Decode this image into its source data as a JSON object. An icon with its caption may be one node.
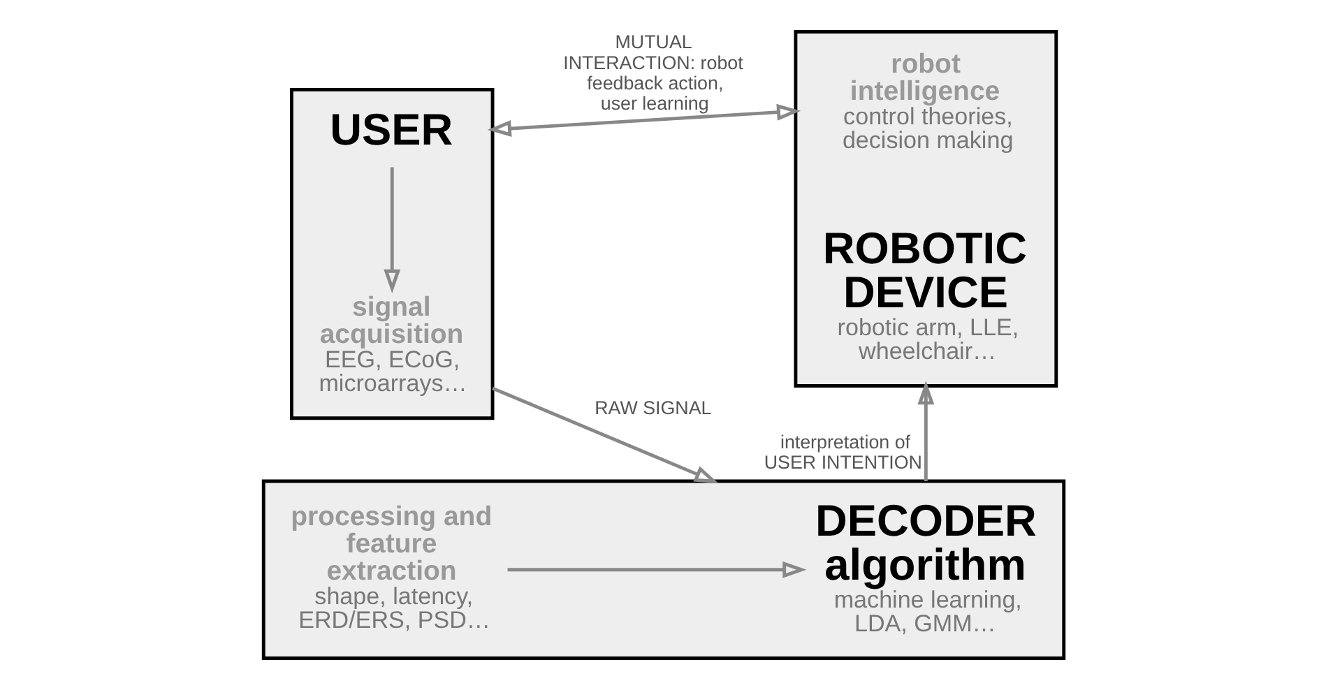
{
  "diagram": {
    "nodes": [
      {
        "text": [],
        "shape": "box"
      },
      {
        "text": [
          "signal acquisition",
          "EEG, ECoG, microarrays…"
        ],
        "in": 0
      },
      {
        "text": [
          "USER"
        ],
        "in": 0
      },
      {
        "text": [],
        "shape": "box"
      },
      {
        "text": [
          "processing and feature extraction",
          "shape, latency, ERD/ERS, PSD…"
        ],
        "in": 3
      },
      {
        "text": [
          "DECODER algorithm",
          "machine learning, LDA, GMM…"
        ],
        "in": 3
      },
      {
        "text": [],
        "shape": "box"
      },
      {
        "text": [
          "robot intelligence",
          "control theories, decision making"
        ],
        "in": 6
      },
      {
        "text": [
          "ROBOTIC DEVICE",
          "robotic arm, LLE, wheelchair…"
        ],
        "in": 6
      }
    ],
    "edges": [
      {
        "from": 2,
        "to": 1,
        "arrow": "to"
      },
      {
        "from": 0,
        "to": 3,
        "arrow": "to",
        "label": "RAW SIGNAL"
      },
      {
        "from": 4,
        "to": 5,
        "arrow": "to"
      },
      {
        "from": 3,
        "to": 6,
        "arrow": "to",
        "label": "interpretation of USER INTENTION"
      },
      {
        "from": 6,
        "to": 0,
        "arrow": "both",
        "label": "MUTUAL INTERACTION: robot feedback action, user learning"
      }
    ]
  }
}
